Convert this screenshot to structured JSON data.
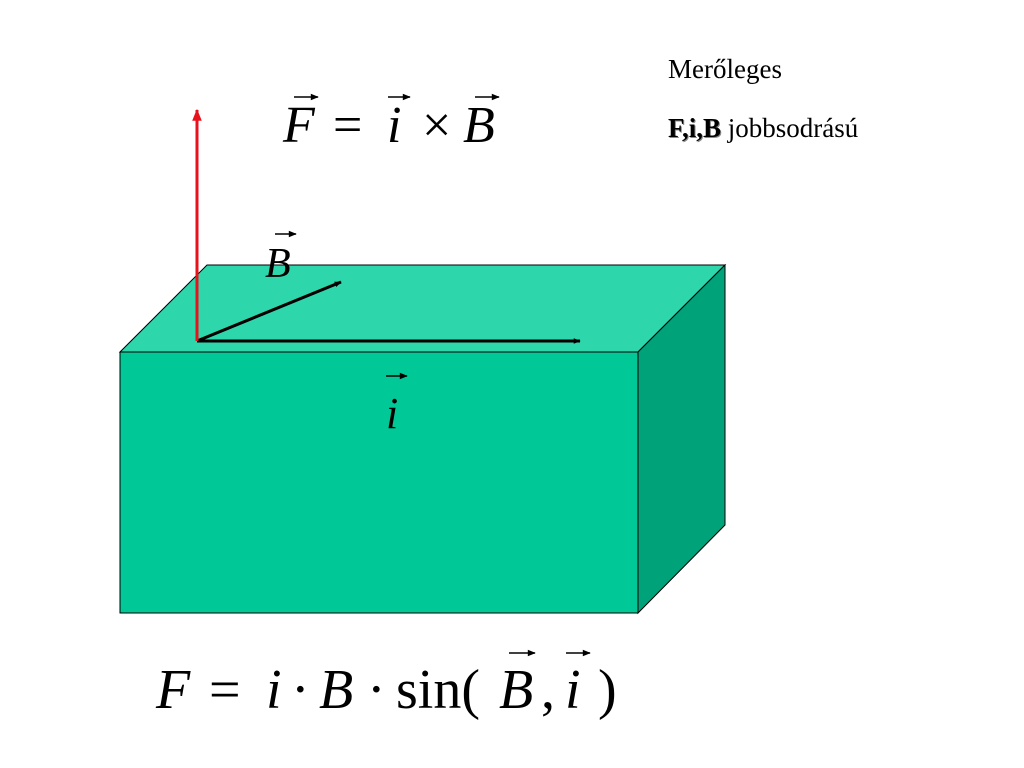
{
  "colors": {
    "box_front": "#00C896",
    "box_top": "#2ED6AC",
    "box_side": "#00A27A",
    "force_arrow": "#E8121C",
    "vector_arrow": "#000000"
  },
  "notes": {
    "line1": "Merőleges",
    "line2_bold": "F,i,B",
    "line2_rest": "jobbsodrású"
  },
  "top_formula": {
    "lhs": "F",
    "eq": "=",
    "i": "i",
    "times": "×",
    "B": "B"
  },
  "labels": {
    "B_vector": "B",
    "i_vector": "i"
  },
  "bottom_formula": {
    "F": "F",
    "eq": "=",
    "i": "i",
    "dot1": "·",
    "B": "B",
    "dot2": "·",
    "sin_open": "sin(",
    "B_arg": "B",
    "comma": ",",
    "i_arg": "i",
    "close": ")"
  }
}
